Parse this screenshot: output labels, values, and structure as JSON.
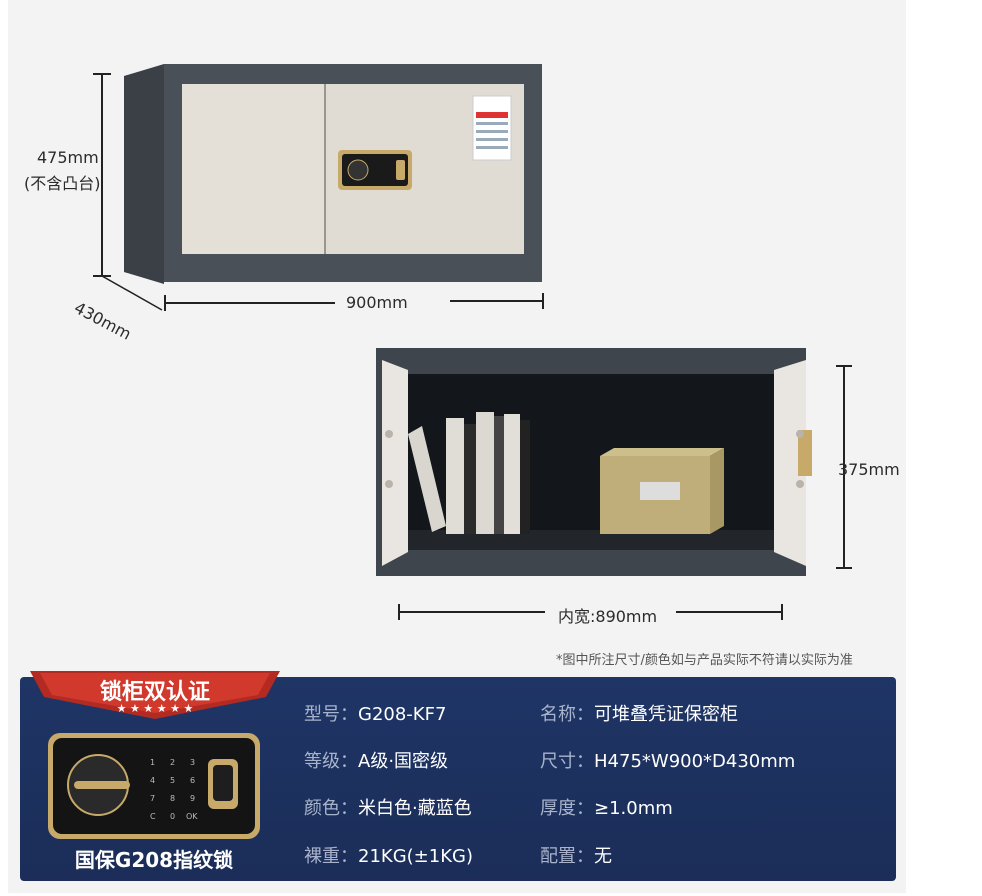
{
  "top_view": {
    "height_label": "475mm",
    "height_note": "(不含凸台)",
    "depth_label": "430mm",
    "width_label": "900mm"
  },
  "bottom_view": {
    "height_label": "375mm",
    "inner_width_label": "内宽:890mm"
  },
  "disclaimer": "*图中所注尺寸/颜色如与产品实际不符请以实际为准",
  "badge": {
    "title": "锁柜双认证"
  },
  "lock": {
    "name": "国保G208指纹锁"
  },
  "specs": [
    {
      "key": "型号：",
      "value": "G208-KF7"
    },
    {
      "key": "名称：",
      "value": "可堆叠凭证保密柜"
    },
    {
      "key": "等级：",
      "value": "A级·国密级"
    },
    {
      "key": "尺寸：",
      "value": "H475*W900*D430mm"
    },
    {
      "key": "颜色：",
      "value": "米白色·藏蓝色"
    },
    {
      "key": "厚度：",
      "value": "≥1.0mm"
    },
    {
      "key": "裸重：",
      "value": "21KG(±1KG)"
    },
    {
      "key": "配置：",
      "value": "无"
    }
  ],
  "colors": {
    "panel_bg": "#1f3566",
    "badge_red": "#c0392b",
    "cabinet_frame": "#4a5058",
    "door": "#e3ded6"
  }
}
